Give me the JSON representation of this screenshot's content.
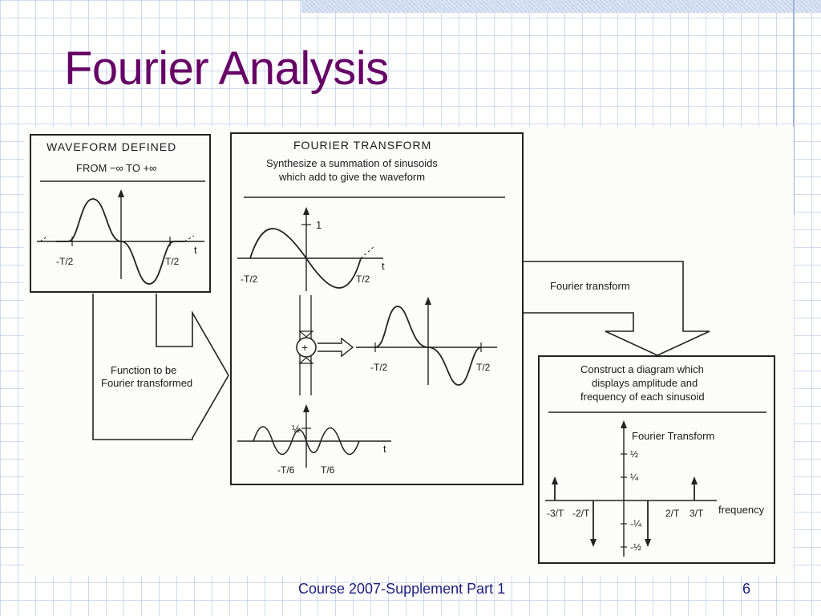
{
  "slide": {
    "title": "Fourier Analysis",
    "footer": "Course 2007-Supplement Part 1",
    "page_number": "6"
  },
  "figure": {
    "waveform_box": {
      "heading": "WAVEFORM DEFINED",
      "range": "FROM −∞ TO +∞",
      "t_label": "t",
      "left_tick": "-T/2",
      "right_tick": "T/2"
    },
    "transform_box": {
      "heading": "FOURIER TRANSFORM",
      "line1": "Synthesize a summation of sinusoids",
      "line2": "which add to give the waveform",
      "amp_one": "1",
      "amp_half": "½",
      "t_label": "t",
      "tick_half_left": "-T/2",
      "tick_half_right": "T/2",
      "tick_sixth_left": "-T/6",
      "tick_sixth_right": "T/6",
      "plus": "+"
    },
    "arrow_function": {
      "line1": "Function to be",
      "line2": "Fourier transformed"
    },
    "arrow_transform": {
      "label": "Fourier transform"
    },
    "spectrum_box": {
      "line1": "Construct a diagram which",
      "line2": "displays amplitude and",
      "line3": "frequency of each sinusoid",
      "axis_title": "Fourier Transform",
      "x_label": "frequency",
      "y_labels": [
        "½",
        "¼",
        "-¼",
        "-½"
      ],
      "x_ticks": [
        "-3/T",
        "-2/T",
        "2/T",
        "3/T"
      ]
    }
  }
}
